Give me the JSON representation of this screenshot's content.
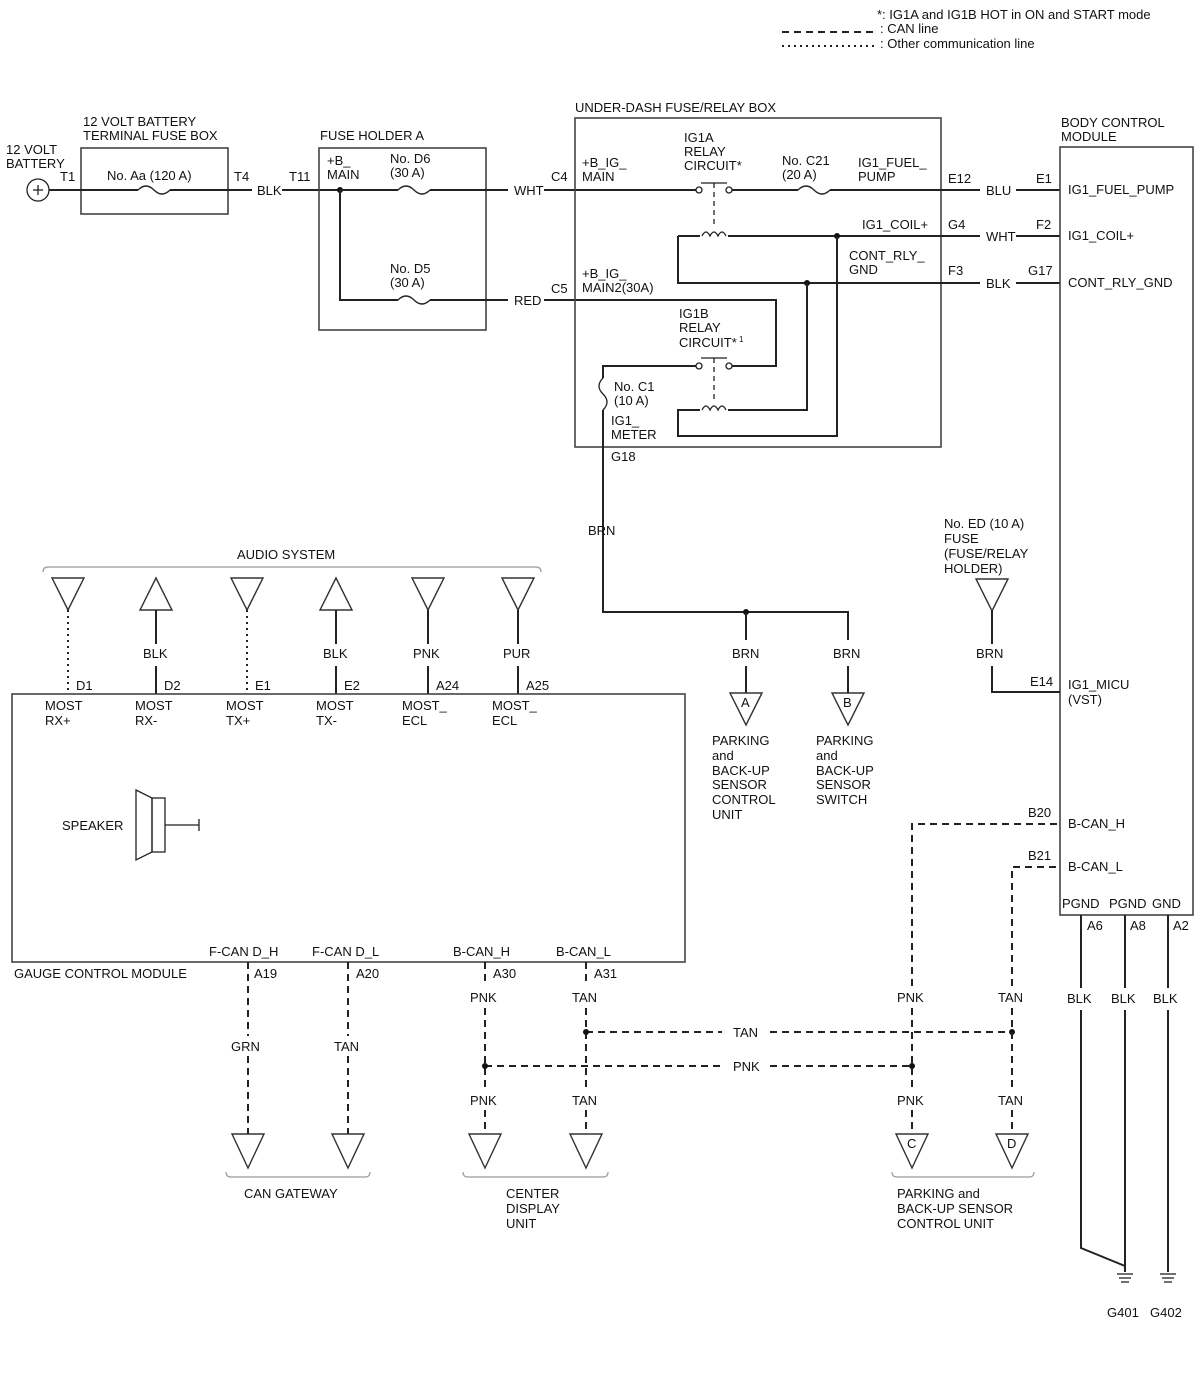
{
  "legend": {
    "note": "*: IG1A and IG1B HOT in ON and START mode",
    "can_line": ": CAN line",
    "other_line": ": Other communication line"
  },
  "battery": {
    "label1": "12 VOLT",
    "label2": "BATTERY",
    "pin": "T1"
  },
  "terminal_fuse_box": {
    "title1": "12 VOLT BATTERY",
    "title2": "TERMINAL FUSE BOX",
    "fuse": "No. Aa (120 A)",
    "pin_out": "T4",
    "wire": "BLK"
  },
  "fuse_holder_a": {
    "title": "FUSE HOLDER A",
    "pin_in": "T11",
    "bus1": "+B_",
    "bus2": "MAIN",
    "fuse_d6_1": "No. D6",
    "fuse_d6_2": "(30 A)",
    "fuse_d5_1": "No. D5",
    "fuse_d5_2": "(30 A)",
    "wire_top": "WHT",
    "wire_bottom": "RED"
  },
  "under_dash": {
    "title": "UNDER-DASH FUSE/RELAY BOX",
    "pin_c4": "C4",
    "bus_c4_1": "+B_IG_",
    "bus_c4_2": "MAIN",
    "pin_c5": "C5",
    "bus_c5_1": "+B_IG_",
    "bus_c5_2": "MAIN2(30A)",
    "relay_a_1": "IG1A",
    "relay_a_2": "RELAY",
    "relay_a_3": "CIRCUIT*",
    "relay_b_1": "IG1B",
    "relay_b_2": "RELAY",
    "relay_b_3": "CIRCUIT*",
    "relay_b_sup": "1",
    "fuse_c21_1": "No. C21",
    "fuse_c21_2": "(20 A)",
    "fuse_c1_1": "No. C1",
    "fuse_c1_2": "(10 A)",
    "fuel_1": "IG1_FUEL_",
    "fuel_2": "PUMP",
    "pin_e12": "E12",
    "coil": "IG1_COIL+",
    "pin_g4": "G4",
    "rly_1": "CONT_RLY_",
    "rly_2": "GND",
    "pin_f3": "F3",
    "meter_1": "IG1_",
    "meter_2": "METER",
    "pin_g18": "G18"
  },
  "bcm": {
    "title1": "BODY CONTROL",
    "title2": "MODULE",
    "pin_e1": "E1",
    "sig_e1": "IG1_FUEL_PUMP",
    "pin_f2": "F2",
    "sig_f2": "IG1_COIL+",
    "pin_g17": "G17",
    "sig_g17": "CONT_RLY_GND",
    "pin_e14": "E14",
    "sig_e14_1": "IG1_MICU",
    "sig_e14_2": "(VST)",
    "pin_b20": "B20",
    "sig_b20": "B-CAN_H",
    "pin_b21": "B21",
    "sig_b21": "B-CAN_L",
    "gnd_labels": [
      "PGND",
      "PGND",
      "GND"
    ],
    "gnd_pins": [
      "A6",
      "A8",
      "A2"
    ],
    "gnd_wires": [
      "BLK",
      "BLK",
      "BLK"
    ],
    "grounds": [
      "G401",
      "G402"
    ]
  },
  "wires": {
    "blu": "BLU",
    "wht": "WHT",
    "blk": "BLK",
    "brn": "BRN"
  },
  "fuse_ed": {
    "l1": "No. ED (10 A)",
    "l2": "FUSE",
    "l3": "(FUSE/RELAY",
    "l4": "HOLDER)",
    "wire": "BRN"
  },
  "audio": {
    "title": "AUDIO SYSTEM",
    "wires": [
      "",
      "BLK",
      "",
      "BLK",
      "PNK",
      "PUR"
    ],
    "pins": [
      "D1",
      "D2",
      "E1",
      "E2",
      "A24",
      "A25"
    ],
    "sig1": [
      "MOST",
      "MOST",
      "MOST",
      "MOST",
      "MOST_",
      "MOST_"
    ],
    "sig2": [
      "RX+",
      "RX-",
      "TX+",
      "TX-",
      "ECL",
      "ECL"
    ]
  },
  "parking_a": {
    "brn1": "BRN",
    "brn2": "BRN",
    "brn3": "BRN",
    "conn_a": "A",
    "conn_b": "B",
    "a_lines": [
      "PARKING",
      "and",
      "BACK-UP",
      "SENSOR",
      "CONTROL",
      "UNIT"
    ],
    "b_lines": [
      "PARKING",
      "and",
      "BACK-UP",
      "SENSOR",
      "SWITCH"
    ]
  },
  "gauge": {
    "title": "GAUGE CONTROL MODULE",
    "speaker": "SPEAKER",
    "sigs": [
      "F-CAN D_H",
      "F-CAN D_L",
      "B-CAN_H",
      "B-CAN_L"
    ],
    "pins": [
      "A19",
      "A20",
      "A30",
      "A31"
    ]
  },
  "can_wires": {
    "grn": "GRN",
    "tan_a20": "TAN",
    "pnk_top": "PNK",
    "tan_top": "TAN",
    "tan_bus": "TAN",
    "pnk_bus": "PNK",
    "pnk_bot": "PNK",
    "tan_bot": "TAN",
    "pnk_right_top": "PNK",
    "tan_right_top": "TAN",
    "pnk_right_bot": "PNK",
    "tan_right_bot": "TAN",
    "conn_c": "C",
    "conn_d": "D"
  },
  "bottom_labels": {
    "can_gateway": "CAN GATEWAY",
    "center1": "CENTER",
    "center2": "DISPLAY",
    "center3": "UNIT",
    "park1": "PARKING and",
    "park2": "BACK-UP SENSOR",
    "park3": "CONTROL UNIT"
  }
}
